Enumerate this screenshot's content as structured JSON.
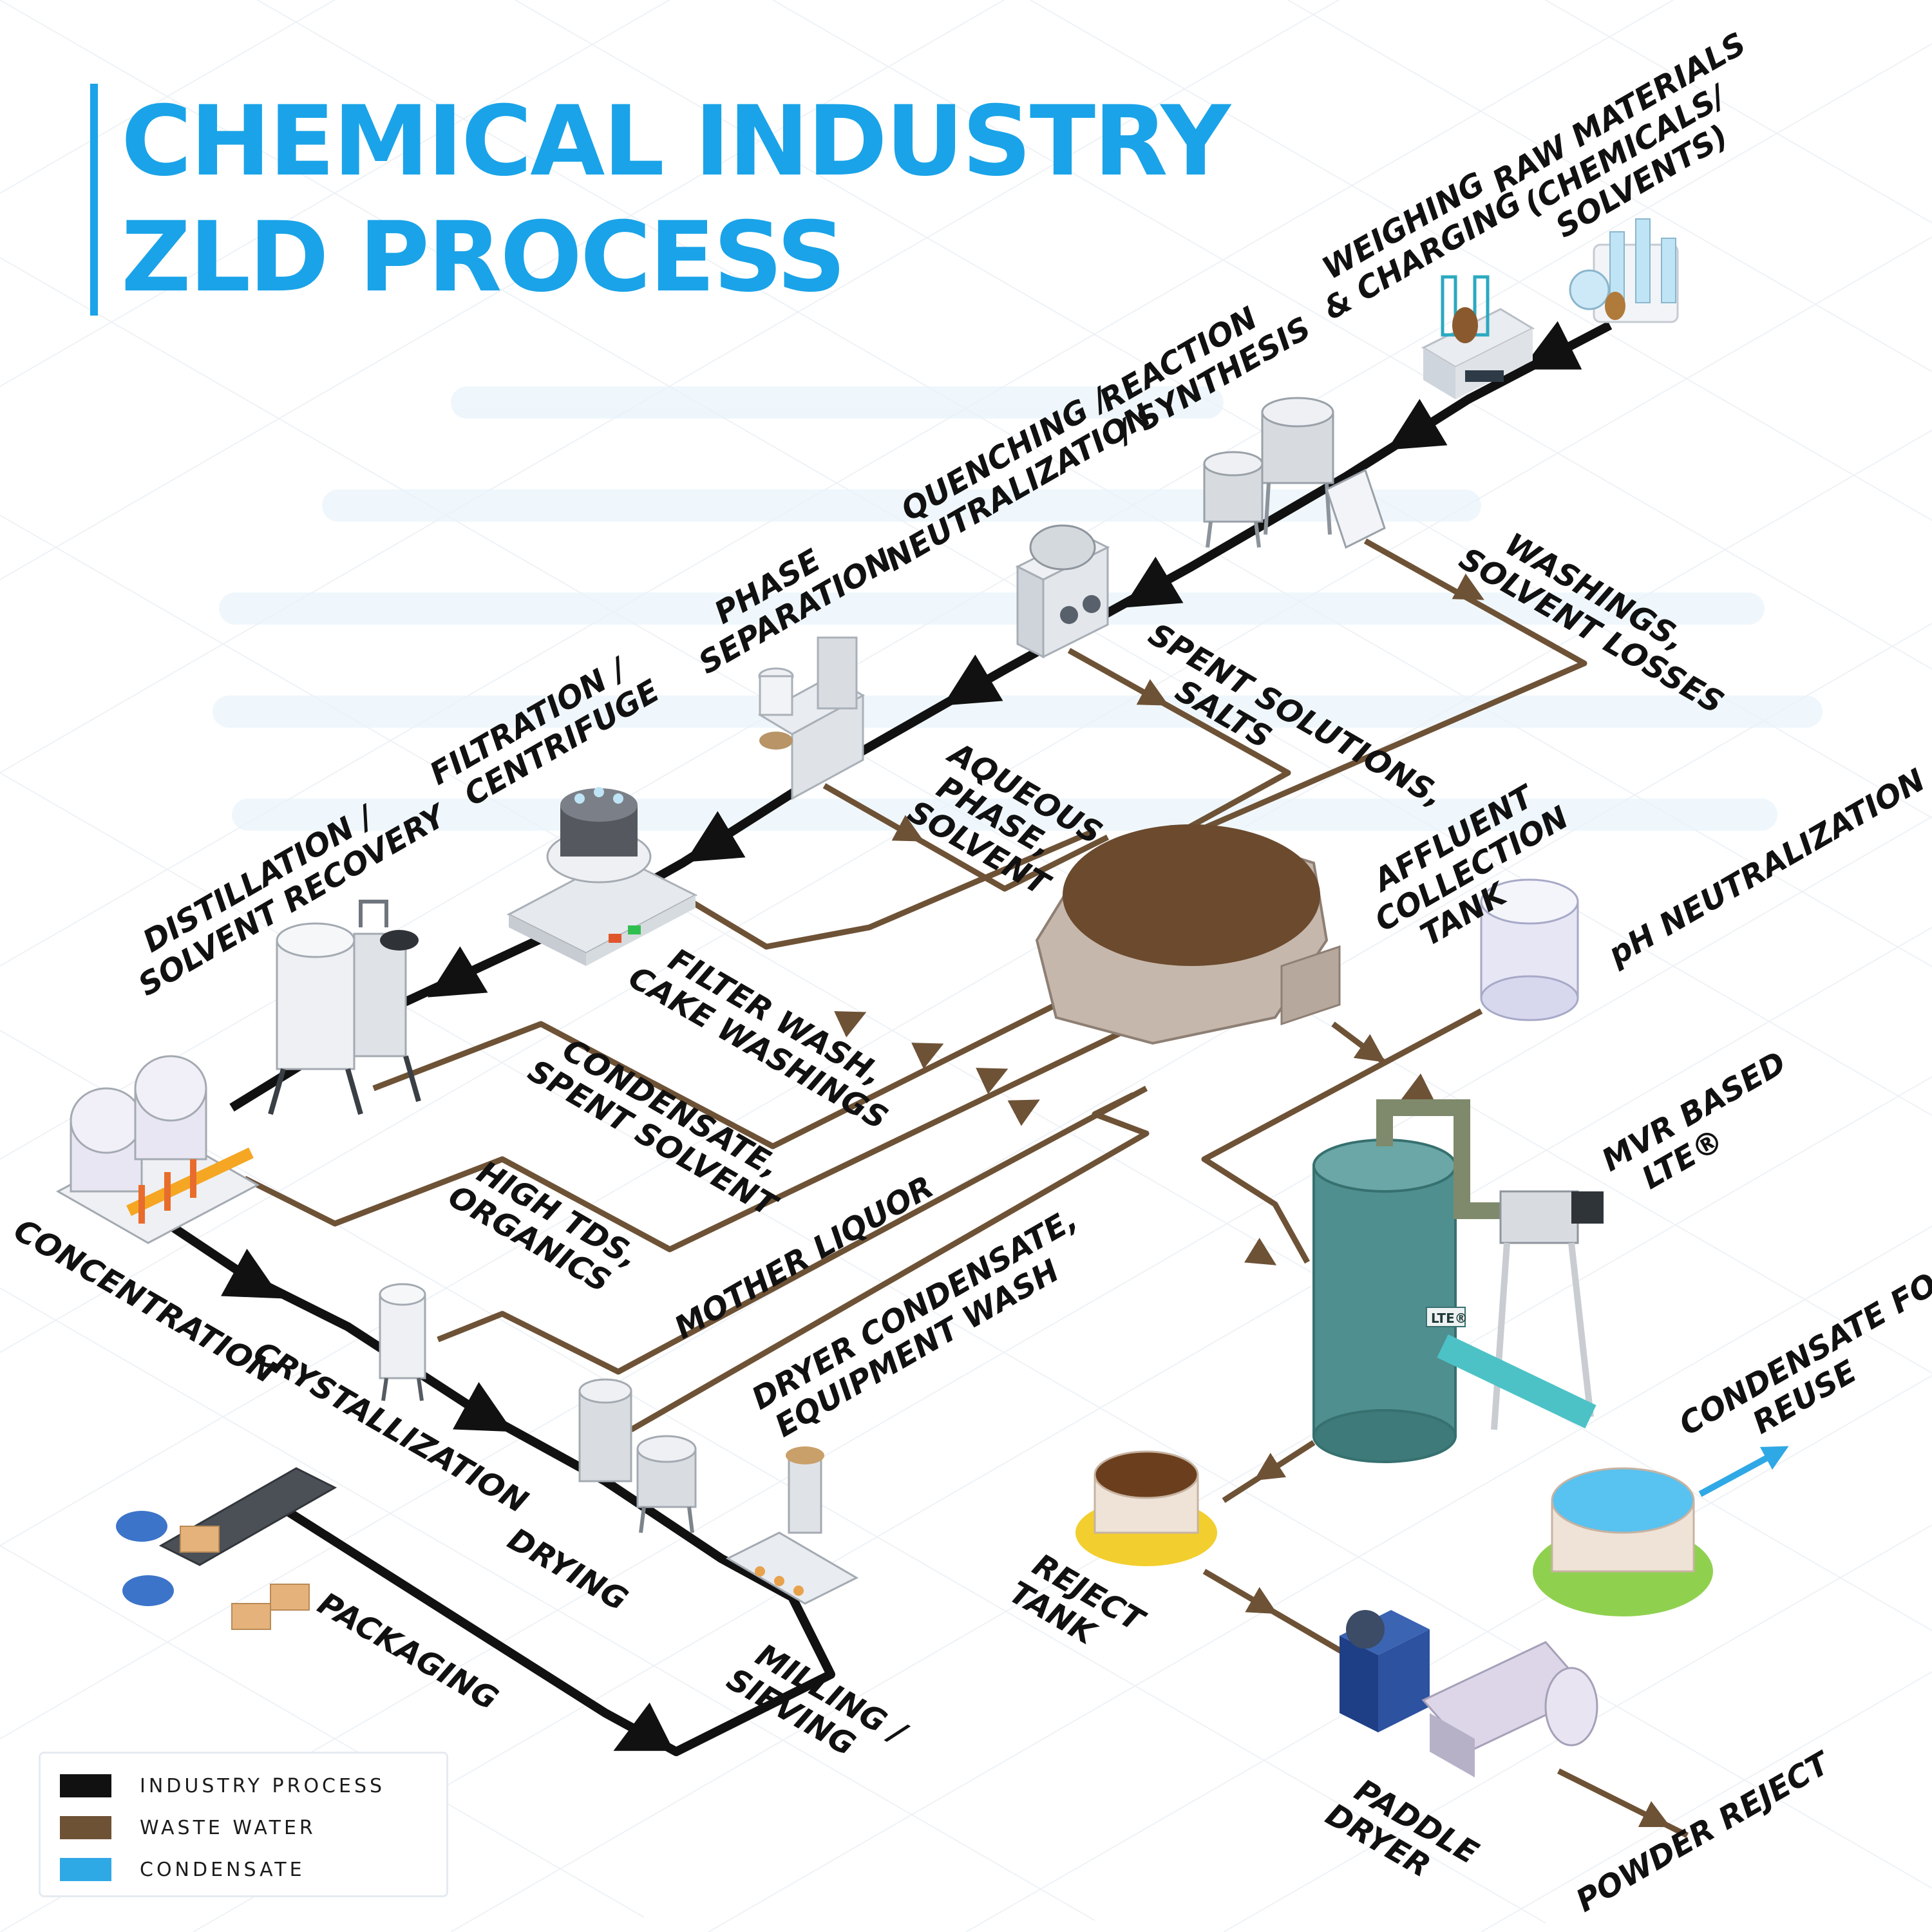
{
  "title": {
    "line1": "CHEMICAL INDUSTRY",
    "line2": "ZLD PROCESS"
  },
  "colors": {
    "industry_process": "#111111",
    "waste_water": "#6e5236",
    "condensate": "#2fa8e6",
    "title": "#1aa3e8"
  },
  "process_steps": {
    "raw_materials": [
      "RAW MATERIALS",
      "(CHEMICALS/",
      "SOLVENTS)"
    ],
    "weighing": [
      "WEIGHING",
      "& CHARGING"
    ],
    "reaction": [
      "REACTION",
      "/ SYNTHESIS"
    ],
    "quenching": [
      "QUENCHING /",
      "NEUTRALIZATION"
    ],
    "phase_separation": [
      "PHASE",
      "SEPARATION"
    ],
    "filtration": [
      "FILTRATION /",
      "CENTRIFUGE"
    ],
    "distillation": [
      "DISTILLATION /",
      "SOLVENT RECOVERY"
    ],
    "concentration": [
      "CONCENTRATION"
    ],
    "crystallization": [
      "CRYSTALLIZATION"
    ],
    "drying": [
      "DRYING"
    ],
    "milling": [
      "MILLING /",
      "SIEVING"
    ],
    "packaging": [
      "PACKAGING"
    ]
  },
  "waste_streams": {
    "washings": [
      "WASHINGS,",
      "SOLVENT LOSSES"
    ],
    "spent_solutions": [
      "SPENT SOLUTIONS,",
      "SALTS"
    ],
    "aqueous_phase": [
      "AQUEOUS",
      "PHASE,",
      "SOLVENT"
    ],
    "filter_wash": [
      "FILTER WASH,",
      "CAKE WASHINGS"
    ],
    "condensate_spent": [
      "CONDENSATE,",
      "SPENT SOLVENT"
    ],
    "high_tds": [
      "HIGH TDS,",
      "ORGANICS"
    ],
    "mother_liquor": [
      "MOTHER LIQUOR"
    ],
    "dryer_condensate": [
      "DRYER CONDENSATE,",
      "EQUIPMENT WASH"
    ]
  },
  "treatment": {
    "collection_tank": [
      "AFFLUENT",
      "COLLECTION",
      "TANK"
    ],
    "ph_neutralization": [
      "pH NEUTRALIZATION"
    ],
    "mvr": [
      "MVR BASED",
      "LTE®"
    ],
    "lte_badge": "LTE®",
    "condensate_reuse": [
      "CONDENSATE FOR",
      "REUSE"
    ],
    "reject_tank": [
      "REJECT",
      "TANK"
    ],
    "paddle_dryer": [
      "PADDLE",
      "DRYER"
    ],
    "powder_reject": [
      "POWDER REJECT"
    ]
  },
  "legend": [
    {
      "label": "INDUSTRY PROCESS",
      "color": "#111111"
    },
    {
      "label": "WASTE WATER",
      "color": "#6e5236"
    },
    {
      "label": "CONDENSATE",
      "color": "#2fa8e6"
    }
  ]
}
